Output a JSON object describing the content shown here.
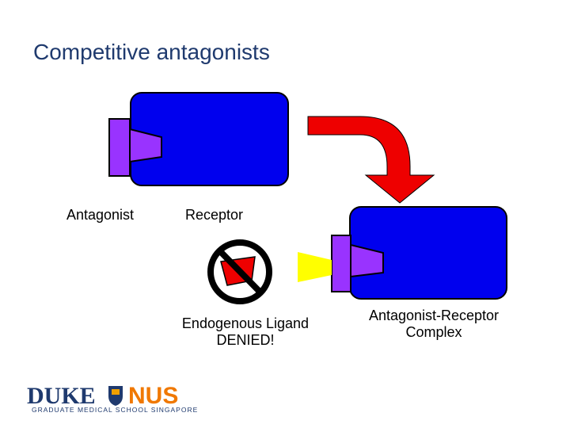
{
  "slide": {
    "title": "Competitive antagonists"
  },
  "labels": {
    "antagonist": "Antagonist",
    "receptor": "Receptor",
    "endogenous_ligand": "Endogenous Ligand\nDENIED!",
    "complex": "Antagonist-Receptor\nComplex"
  },
  "colors": {
    "receptor": "#0000ee",
    "antagonist": "#9933ff",
    "arrow": "#ee0000",
    "ligand": "#ffff00",
    "denied_ring": "#000000",
    "brand": "#1f3a6e"
  },
  "logo": {
    "left_word": "DUKE",
    "right_word": "NUS",
    "tagline": "GRADUATE MEDICAL SCHOOL SINGAPORE"
  }
}
